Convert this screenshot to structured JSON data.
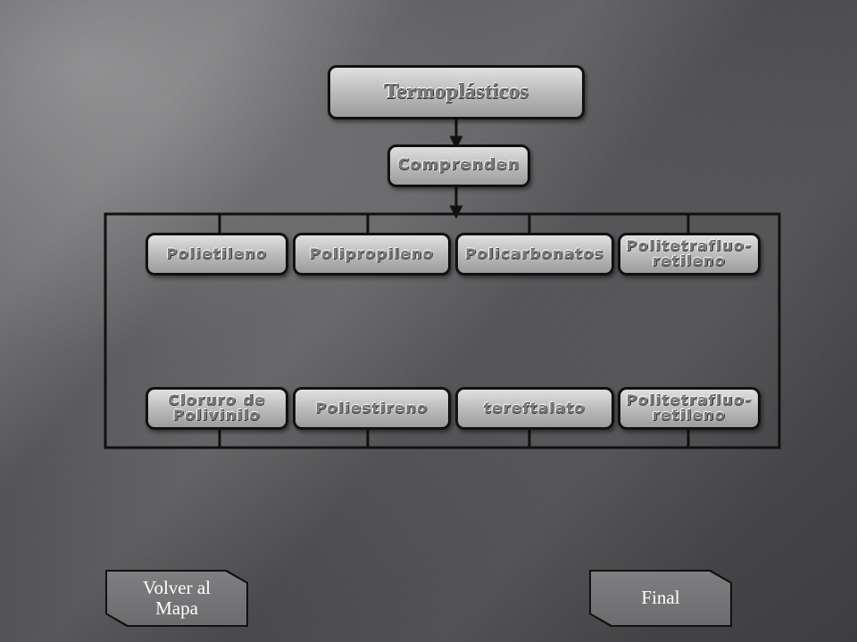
{
  "diagram": {
    "root": "Termoplásticos",
    "connector": "Comprenden",
    "items_row1": [
      "Polietileno",
      "Polipropileno",
      "Policarbonatos",
      "Politetrafluo-\nretileno"
    ],
    "items_row2": [
      "Cloruro de\nPolivinilo",
      "Poliestireno",
      "tereftalato",
      "Politetrafluo-\nretileno"
    ]
  },
  "nav": {
    "back_label": "Volver al Mapa",
    "final_label": "Final"
  }
}
